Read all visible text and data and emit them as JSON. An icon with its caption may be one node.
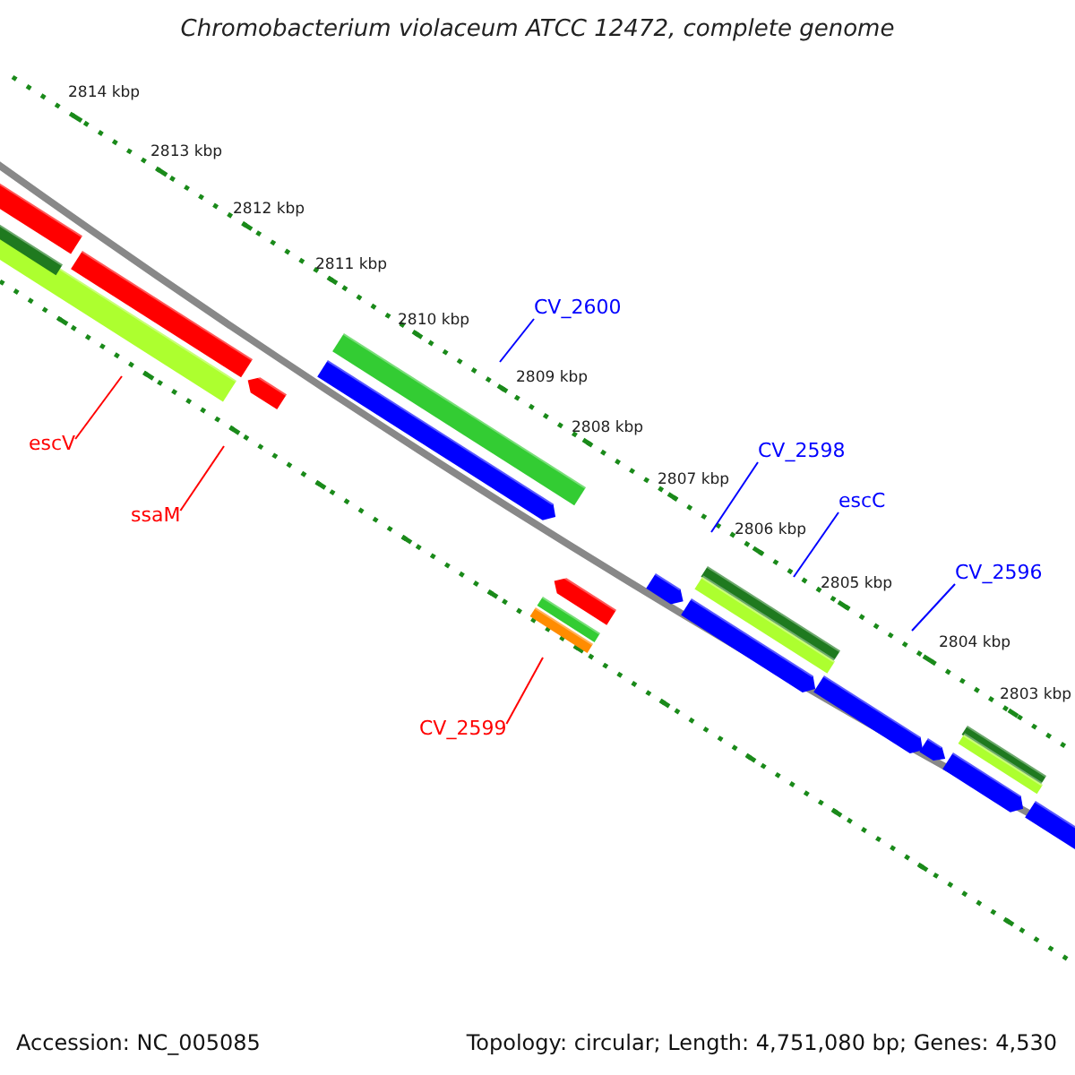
{
  "diagram": {
    "title": "Chromobacterium violaceum ATCC 12472, complete genome",
    "nodes": [
      {
        "text": [
          "CV_2600"
        ]
      },
      {
        "text": [
          "escV"
        ]
      },
      {
        "text": [
          "CV_2598"
        ]
      },
      {
        "text": [
          "escC"
        ]
      },
      {
        "text": [
          "ssaM"
        ]
      },
      {
        "text": [
          "CV_2596"
        ]
      },
      {
        "text": [
          "CV_2599"
        ]
      }
    ],
    "edges": [
      {
        "from": 0,
        "to": null,
        "arrow": "none"
      },
      {
        "from": 1,
        "to": null,
        "arrow": "none",
        "color": "#ff0000"
      },
      {
        "from": 2,
        "to": null,
        "arrow": "none"
      },
      {
        "from": 3,
        "to": null,
        "arrow": "none"
      },
      {
        "from": 4,
        "to": null,
        "arrow": "none",
        "color": "#ff0000"
      },
      {
        "from": 5,
        "to": null,
        "arrow": "none"
      },
      {
        "from": 6,
        "to": null,
        "arrow": "none",
        "color": "#ff0000"
      }
    ],
    "labels": [
      "2814 kbp",
      "2813 kbp",
      "2812 kbp",
      "2811 kbp",
      "2810 kbp",
      "2809 kbp",
      "2808 kbp",
      "2807 kbp",
      "2806 kbp",
      "2805 kbp",
      "2804 kbp",
      "2803 kbp",
      "Accession: NC_005085",
      "Topology: circular; Length: 4,751,080 bp; Genes: 4,530"
    ]
  }
}
